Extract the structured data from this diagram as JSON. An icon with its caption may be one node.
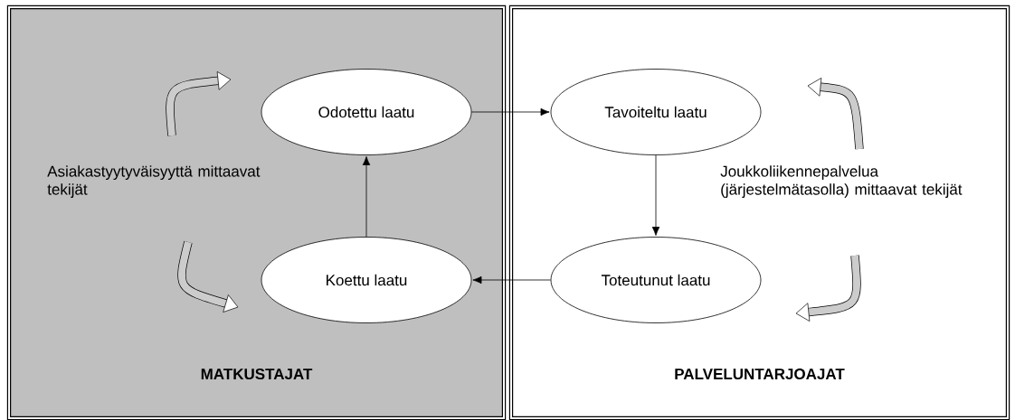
{
  "diagram": {
    "nodes": [
      {
        "text": [
          "MATKUSTAJAT"
        ]
      },
      {
        "text": [
          "PALVELUNTARJOAJAT"
        ]
      },
      {
        "text": [
          "Odotettu laatu"
        ],
        "in": 0
      },
      {
        "text": [
          "Tavoiteltu laatu"
        ],
        "in": 1
      },
      {
        "text": [
          "Koettu laatu"
        ],
        "in": 0
      },
      {
        "text": [
          "Toteutunut laatu"
        ],
        "in": 1
      }
    ],
    "edges": [
      {
        "from": 2,
        "to": 3,
        "arrow": "to"
      },
      {
        "from": 3,
        "to": 5,
        "arrow": "to"
      },
      {
        "from": 5,
        "to": 4,
        "arrow": "to"
      },
      {
        "from": 4,
        "to": 2,
        "arrow": "to"
      }
    ],
    "labels": [
      "Asiakastyytyväisyyttä mittaavat tekijät",
      "Joukkoliikennepalvelua (järjestelmätasolla) mittaavat tekijät"
    ]
  }
}
